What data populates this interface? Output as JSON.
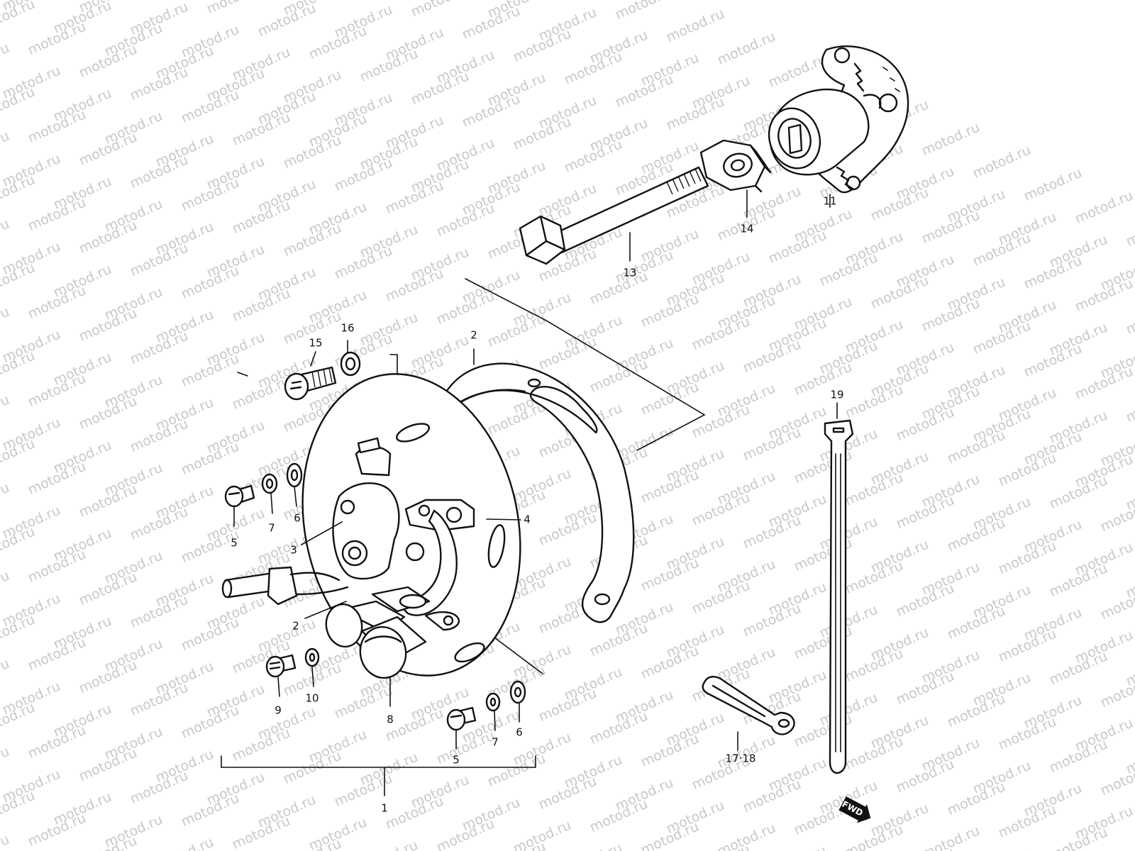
{
  "watermark": {
    "text": "motod.ru"
  },
  "callouts": [
    {
      "id": "c1",
      "text": "1"
    },
    {
      "id": "c2a",
      "text": "2"
    },
    {
      "id": "c2b",
      "text": "2"
    },
    {
      "id": "c3",
      "text": "3"
    },
    {
      "id": "c4",
      "text": "4"
    },
    {
      "id": "c5a",
      "text": "5"
    },
    {
      "id": "c5b",
      "text": "5"
    },
    {
      "id": "c6a",
      "text": "6"
    },
    {
      "id": "c6b",
      "text": "6"
    },
    {
      "id": "c7a",
      "text": "7"
    },
    {
      "id": "c7b",
      "text": "7"
    },
    {
      "id": "c8",
      "text": "8"
    },
    {
      "id": "c9",
      "text": "9"
    },
    {
      "id": "c10",
      "text": "10"
    },
    {
      "id": "c11",
      "text": "11"
    },
    {
      "id": "c13",
      "text": "13"
    },
    {
      "id": "c14",
      "text": "14"
    },
    {
      "id": "c15",
      "text": "15"
    },
    {
      "id": "c16",
      "text": "16"
    },
    {
      "id": "c17",
      "text": "17·18"
    },
    {
      "id": "c19",
      "text": "19"
    }
  ],
  "direction_mark": {
    "text": "FWD"
  }
}
